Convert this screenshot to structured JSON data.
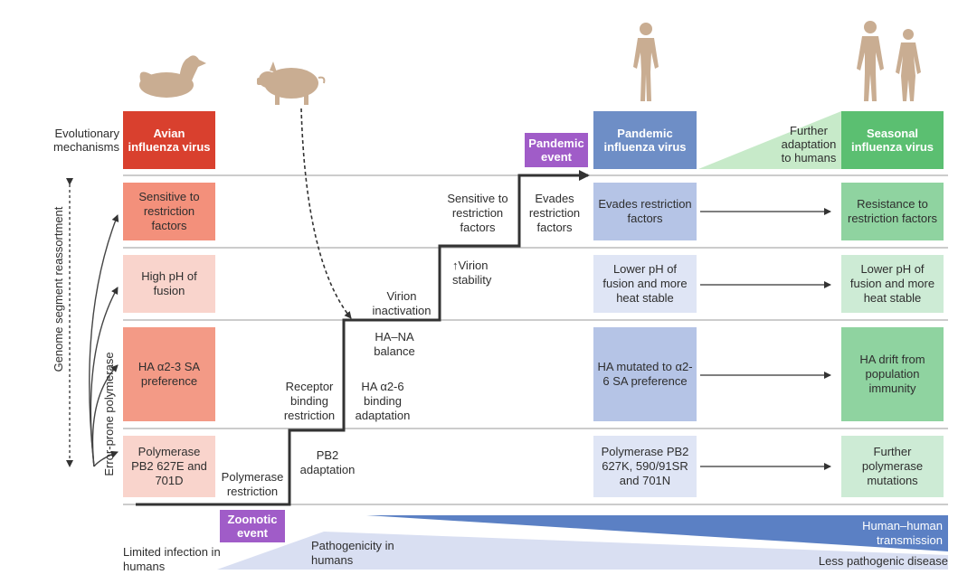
{
  "left_labels": {
    "evolutionary_mechanisms": "Evolutionary mechanisms",
    "genome_reassortment": "Genome segment reassortment",
    "error_prone_polymerase": "Error-prone polymerase",
    "limited_infection": "Limited infection in humans"
  },
  "headers": {
    "avian": "Avian influenza virus",
    "pandemic_event": "Pandemic event",
    "pandemic_virus": "Pandemic influenza virus",
    "further_adaptation": "Further adaptation to humans",
    "seasonal": "Seasonal influenza virus",
    "zoonotic_event": "Zoonotic event"
  },
  "avian_rows": [
    "Sensitive to restriction factors",
    "High pH of fusion",
    "HA α2-3 SA preference",
    "Polymerase PB2 627E and 701D"
  ],
  "pandemic_rows": [
    "Evades restriction factors",
    "Lower pH of fusion and more heat stable",
    "HA mutated to α2-6 SA preference",
    "Polymerase PB2 627K, 590/91SR and 701N"
  ],
  "seasonal_rows": [
    "Resistance to restriction factors",
    "Lower pH of fusion and more heat stable",
    "HA drift from population immunity",
    "Further polymerase mutations"
  ],
  "steps": {
    "polymerase_restriction": "Polymerase restriction",
    "pb2_adaptation": "PB2 adaptation",
    "receptor_binding_restriction": "Receptor binding restriction",
    "ha_binding_adaptation": "HA α2-6 binding adaptation",
    "ha_na_balance": "HA–NA balance",
    "virion_inactivation": "Virion inactivation",
    "virion_stability": "↑Virion stability",
    "sensitive_restriction": "Sensitive to restriction factors",
    "evades_restriction": "Evades restriction factors"
  },
  "bottom": {
    "pathogenicity": "Pathogenicity in humans",
    "human_transmission": "Human–human transmission",
    "less_pathogenic": "Less pathogenic disease"
  },
  "icons": [
    "duck-icon",
    "pig-icon",
    "human-icon",
    "human-couple-icon"
  ],
  "colors": {
    "avian_header": "#d9402e",
    "avian_row1": "#f3907b",
    "avian_row2": "#f9d4cc",
    "avian_row3": "#f39a86",
    "avian_row4": "#f9d4cc",
    "pandemic_header": "#6e8ec6",
    "pandemic_row1": "#b5c4e6",
    "pandemic_row2": "#dfe5f5",
    "pandemic_row3": "#b5c4e6",
    "pandemic_row4": "#dfe5f5",
    "seasonal_header": "#5bbf71",
    "seasonal_row1": "#8fd3a0",
    "seasonal_row2": "#cdebd5",
    "seasonal_row3": "#8fd3a0",
    "seasonal_row4": "#cdebd5",
    "event": "#a05cc8",
    "adaptation_wedge": "#c7eac9",
    "transmission_wedge": "#5b80c4",
    "pathogenicity_wedge": "#d9dff2",
    "silhouette": "#c9ad92"
  }
}
